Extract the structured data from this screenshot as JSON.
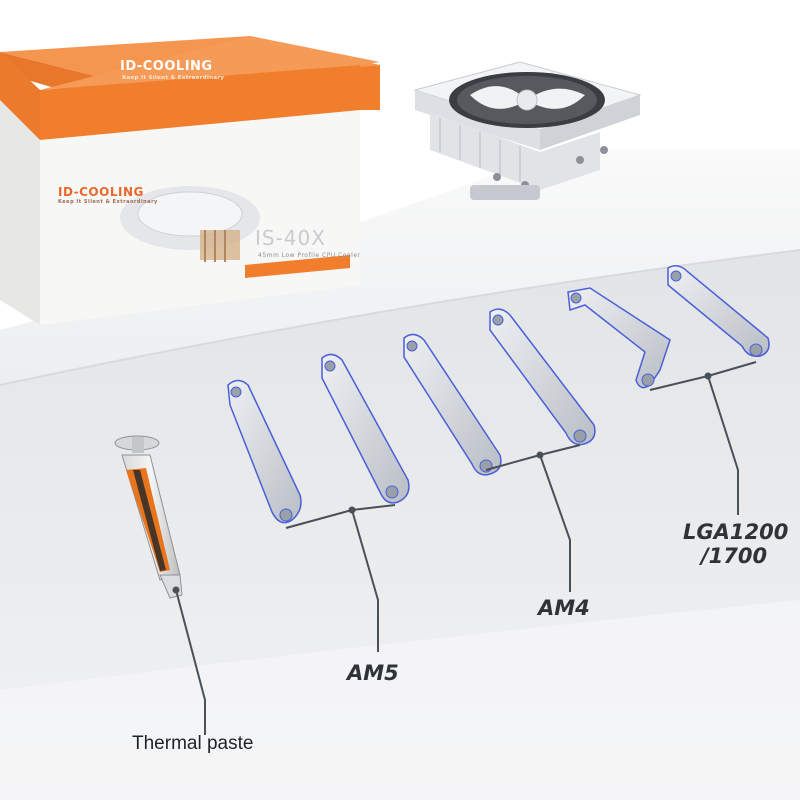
{
  "labels": {
    "thermal_paste": "Thermal paste",
    "am5": "AM5",
    "am4": "AM4",
    "lga_line1": "LGA1200",
    "lga_line2": "/1700"
  },
  "box": {
    "brand": "ID-COOLING",
    "tagline": "Keep It Silent & Extraordinary",
    "model": "IS-40X",
    "subtitle": "45mm Low Profile CPU Cooler"
  },
  "colors": {
    "box_orange": "#f07e2c",
    "box_white": "#f7f7f5",
    "shelf": "#f2f3f4",
    "floor": "#e9eaec",
    "bracket": "#cfd3d8",
    "bracket_outline": "#4a5fd8",
    "leader": "#4a5058",
    "syringe_orange": "#e8741e",
    "syringe_dark": "#2a2a2a"
  }
}
